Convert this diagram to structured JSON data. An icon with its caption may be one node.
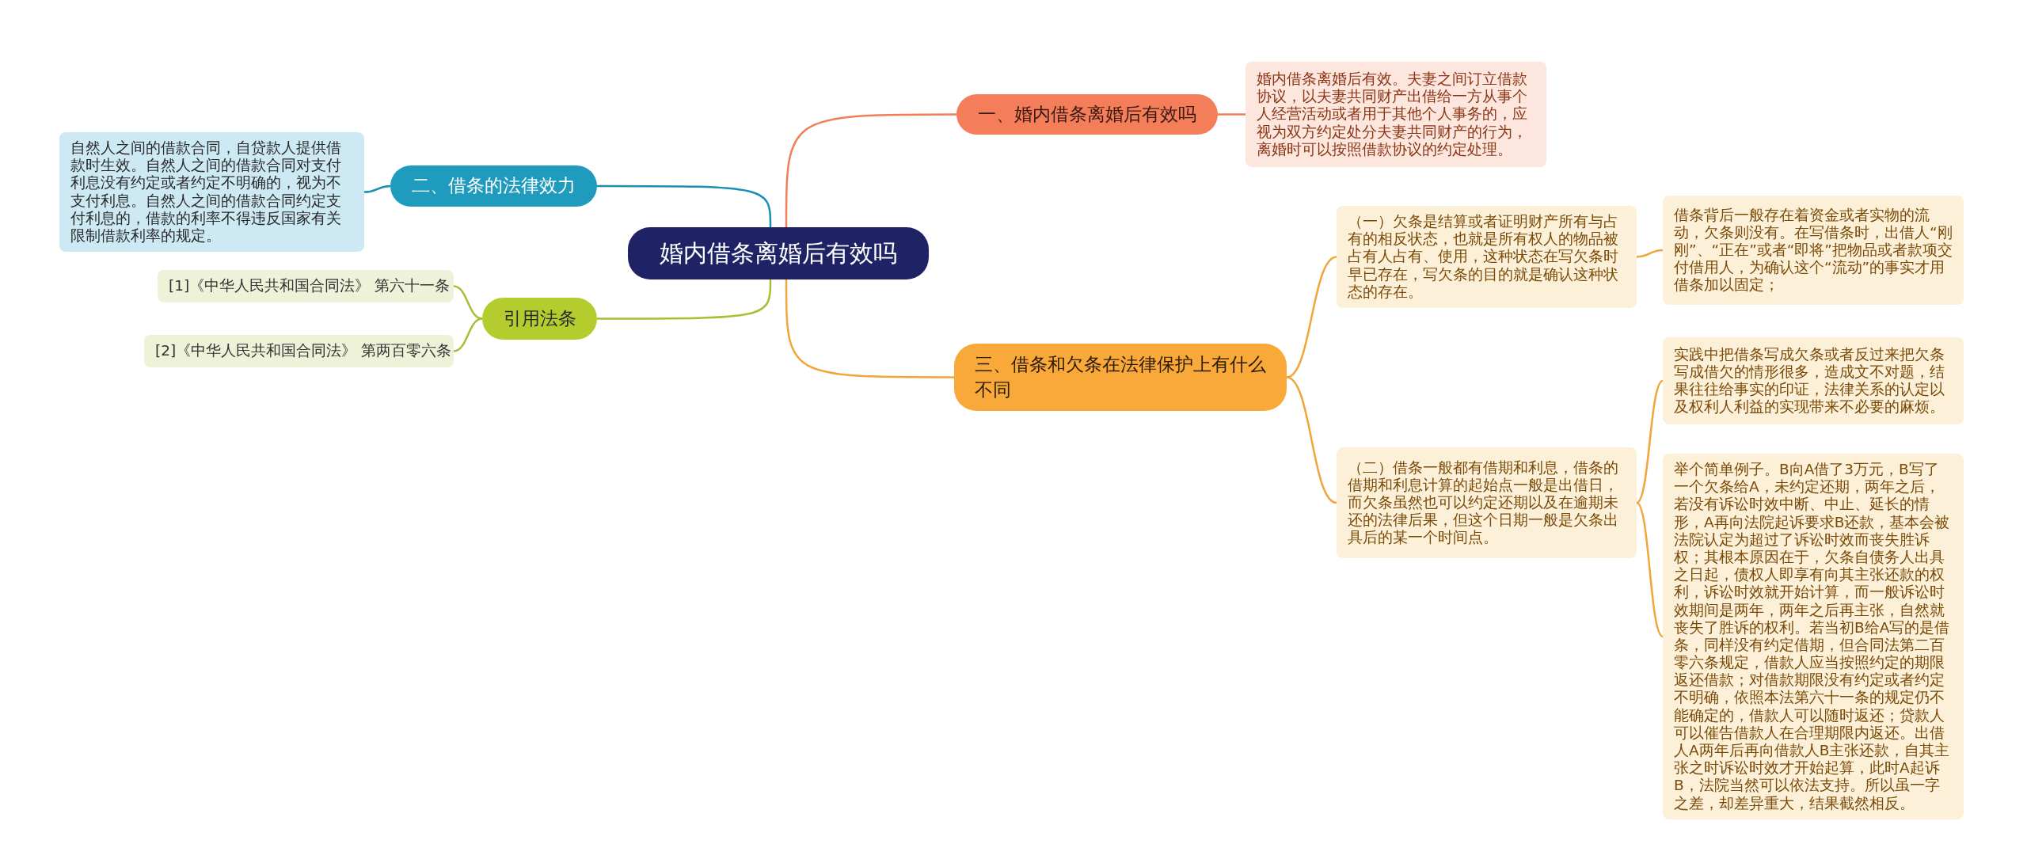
{
  "diagram": {
    "nodes": [
      {
        "text": [
          "婚内借条离婚后有效吗"
        ]
      },
      {
        "text": [
          "一、婚内借条离婚后有效吗"
        ]
      },
      {
        "text": [
          "婚内借条离婚后有效。夫妻之间订立借款协议，以夫妻共同财产出借给一方从事个人经营活动或者用于其他个人事务的，应视为双方约定处分夫妻共同财产的行为，离婚时可以按照借款协议的约定处理。"
        ]
      },
      {
        "text": [
          "二、借条的法律效力"
        ]
      },
      {
        "text": [
          "自然人之间的借款合同，自贷款人提供借款时生效。自然人之间的借款合同对支付利息没有约定或者约定不明确的，视为不支付利息。自然人之间的借款合同约定支付利息的，借款的利率不得违反国家有关限制借款利率的规定。"
        ]
      },
      {
        "text": [
          "引用法条"
        ]
      },
      {
        "text": [
          "[1]《中华人民共和国合同法》 第六十一条"
        ]
      },
      {
        "text": [
          "[2]《中华人民共和国合同法》 第两百零六条"
        ]
      },
      {
        "text": [
          "三、借条和欠条在法律保护上有什么不同"
        ]
      },
      {
        "text": [
          "（一）欠条是结算或者证明财产所有与占有的相反状态，也就是所有权人的物品被占有人占有、使用，这种状态在写欠条时早已存在，写欠条的目的就是确认这种状态的存在。"
        ]
      },
      {
        "text": [
          "借条背后一般存在着资金或者实物的流动，欠条则没有。在写借条时，出借人“刚刚”、“正在”或者“即将”把物品或者款项交付借用人，为确认这个“流动”的事实才用借条加以固定；"
        ]
      },
      {
        "text": [
          "（二）借条一般都有借期和利息，借条的借期和利息计算的起始点一般是出借日，而欠条虽然也可以约定还期以及在逾期未还的法律后果，但这个日期一般是欠条出具后的某一个时间点。"
        ]
      },
      {
        "text": [
          "实践中把借条写成欠条或者反过来把欠条写成借欠的情形很多，造成文不对题，结果往往给事实的印证，法律关系的认定以及权利人利益的实现带来不必要的麻烦。"
        ]
      },
      {
        "text": [
          "举个简单例子。B向A借了3万元，B写了一个欠条给A，未约定还期，两年之后，若没有诉讼时效中断、中止、延长的情形，A再向法院起诉要求B还款，基本会被法院认定为超过了诉讼时效而丧失胜诉权；其根本原因在于，欠条自债务人出具之日起，债权人即享有向其主张还款的权利，诉讼时效就开始计算，而一般诉讼时效期间是两年，两年之后再主张，自然就丧失了胜诉的权利。若当初B给A写的是借条，同样没有约定借期，但合同法第二百零六条规定，借款人应当按照约定的期限返还借款；对借款期限没有约定或者约定不明确，依照本法第六十一条的规定仍不能确定的，借款人可以随时返还；贷款人可以催告借款人在合理期限内返还。出借人A两年后再向借款人B主张还款，自其主张之时诉讼时效才开始起算，此时A起诉B，法院当然可以依法支持。所以虽一字之差，却差异重大，结果截然相反。"
        ]
      }
    ],
    "edges": [
      {
        "from": 0,
        "to": 1,
        "arrow": "none",
        "color": "#ef7f55"
      },
      {
        "from": 1,
        "to": 2,
        "arrow": "none",
        "color": "#ef7f55"
      },
      {
        "from": 0,
        "to": 3,
        "arrow": "none",
        "color": "#1a8fb3"
      },
      {
        "from": 3,
        "to": 4,
        "arrow": "none",
        "color": "#1a8fb3"
      },
      {
        "from": 0,
        "to": 5,
        "arrow": "none",
        "color": "#a4c133"
      },
      {
        "from": 5,
        "to": 6,
        "arrow": "none",
        "color": "#a4c133"
      },
      {
        "from": 5,
        "to": 7,
        "arrow": "none",
        "color": "#a4c133"
      },
      {
        "from": 0,
        "to": 8,
        "arrow": "none"
      },
      {
        "from": 8,
        "to": 9,
        "arrow": "none"
      },
      {
        "from": 9,
        "to": 10,
        "arrow": "none"
      },
      {
        "from": 8,
        "to": 11,
        "arrow": "none"
      },
      {
        "from": 11,
        "to": 12,
        "arrow": "none"
      },
      {
        "from": 11,
        "to": 13,
        "arrow": "none"
      }
    ]
  }
}
